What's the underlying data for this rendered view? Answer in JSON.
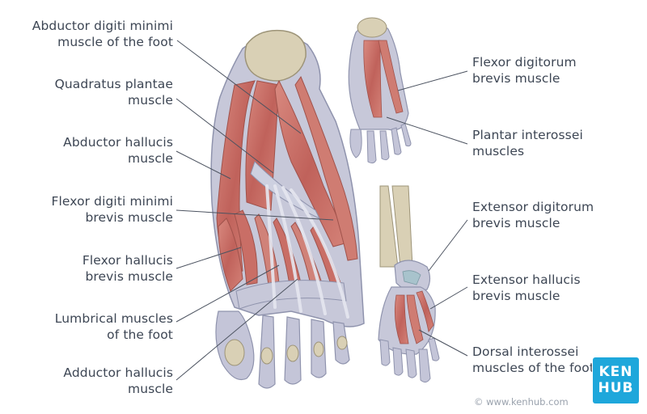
{
  "labels_left": [
    {
      "id": "abductor-digiti-minimi",
      "lines": [
        "Abductor digiti minimi",
        "muscle of the foot"
      ]
    },
    {
      "id": "quadratus-plantae",
      "lines": [
        "Quadratus plantae",
        "muscle"
      ]
    },
    {
      "id": "abductor-hallucis",
      "lines": [
        "Abductor hallucis",
        "muscle"
      ]
    },
    {
      "id": "flexor-digiti-minimi-brevis",
      "lines": [
        "Flexor digiti minimi",
        "brevis muscle"
      ]
    },
    {
      "id": "flexor-hallucis-brevis",
      "lines": [
        "Flexor hallucis",
        "brevis muscle"
      ]
    },
    {
      "id": "lumbrical-muscles",
      "lines": [
        "Lumbrical muscles",
        "of the foot"
      ]
    },
    {
      "id": "adductor-hallucis",
      "lines": [
        "Adductor hallucis",
        "muscle"
      ]
    }
  ],
  "labels_right": [
    {
      "id": "flexor-digitorum-brevis",
      "lines": [
        "Flexor digitorum",
        "brevis muscle"
      ]
    },
    {
      "id": "plantar-interossei",
      "lines": [
        "Plantar interossei",
        "muscles"
      ]
    },
    {
      "id": "extensor-digitorum-brevis",
      "lines": [
        "Extensor digitorum",
        "brevis muscle"
      ]
    },
    {
      "id": "extensor-hallucis-brevis",
      "lines": [
        "Extensor hallucis",
        "brevis muscle"
      ]
    },
    {
      "id": "dorsal-interossei",
      "lines": [
        "Dorsal interossei",
        "muscles of the foot"
      ]
    }
  ],
  "logo": {
    "line1": "KEN",
    "line2": "HUB"
  },
  "credit": "© www.kenhub.com",
  "colors": {
    "muscle": "#c8716a",
    "muscle_light": "#e3a69c",
    "tendon": "#b9bccf",
    "bone": "#d9d0b5",
    "text": "#3d4654",
    "brand": "#1ea7db"
  }
}
